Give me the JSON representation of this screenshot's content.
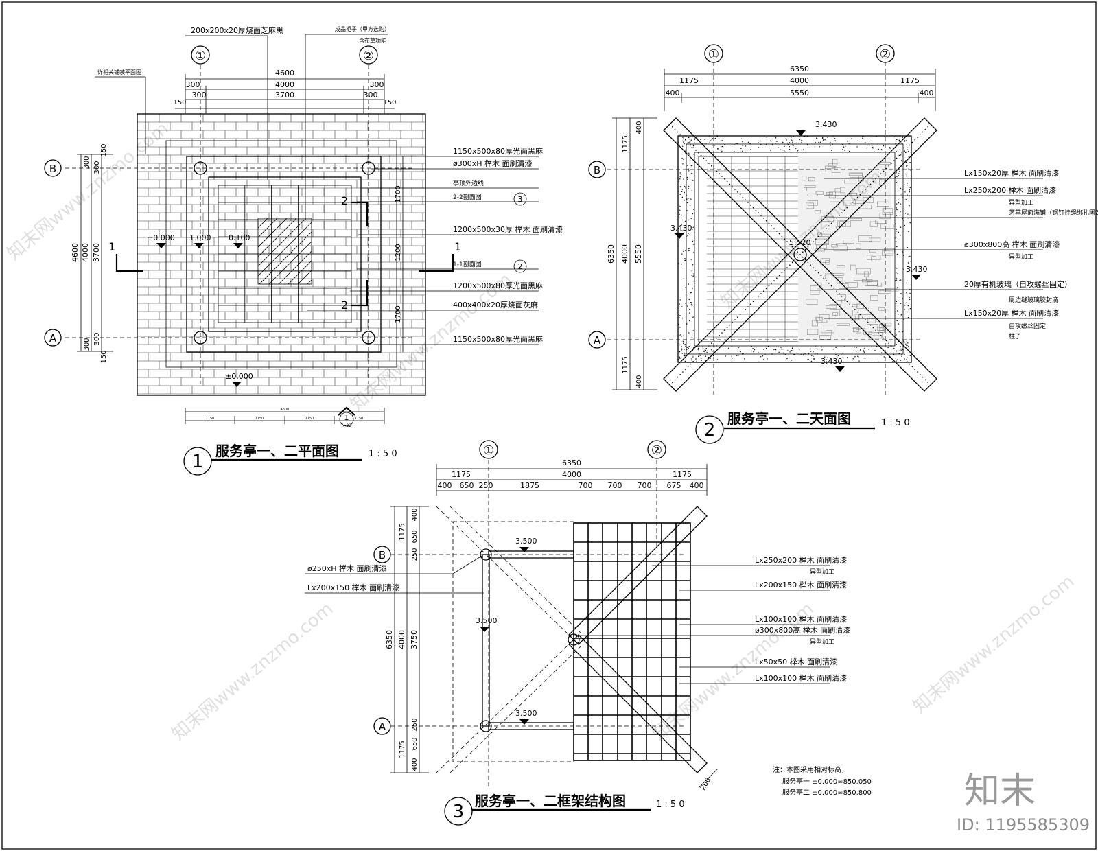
{
  "plan": {
    "title": "服务亭一、二平面图",
    "scale": "1 : 5 0",
    "number": "1",
    "axis_1": "①",
    "axis_2": "②",
    "axis_B": "B",
    "axis_A": "A",
    "dims_top": [
      "4600",
      "300",
      "4000",
      "300",
      "300",
      "3700",
      "300",
      "150",
      "150"
    ],
    "dims_left": [
      "150",
      "300",
      "300",
      "4600",
      "4000",
      "3700",
      "300",
      "300",
      "150"
    ],
    "dim_right": [
      "1700",
      "1200",
      "1700"
    ],
    "bottom_scale_dims": [
      "4600",
      "1150",
      "1150",
      "1150",
      "1150"
    ],
    "callout_top_left": "200x200x20厚烧面芝麻黑",
    "callout_top_right_1": "成品柜子（甲方选购）",
    "callout_top_right_2": "含布草功能",
    "callout_left": "详相关铺装平面图",
    "labels_right": [
      "1150x500x80厚光面黑麻",
      "ø300xH  榉木  面刷清漆",
      "亭顶外边线",
      "2-2剖面图",
      "1200x500x30厚  榉木  面刷清漆",
      "1-1剖面图",
      "1200x500x80厚光面黑麻",
      "400x400x20厚烧面灰麻",
      "1150x500x80厚光面黑麻"
    ],
    "ref_sheet": "N-22",
    "ref_3": "3",
    "ref_2": "2",
    "ref_1": "1",
    "levels": [
      "±0.000",
      "1.000",
      "0.100",
      "±0.000"
    ],
    "section_marks": [
      "1",
      "1",
      "2",
      "2"
    ]
  },
  "roof": {
    "title": "服务亭一、二天面图",
    "scale": "1 : 5 0",
    "number": "2",
    "dims_top": [
      "6350",
      "1175",
      "4000",
      "1175",
      "400",
      "5550",
      "400"
    ],
    "dims_left": [
      "400",
      "1175",
      "6350",
      "4000",
      "5550",
      "1175",
      "400"
    ],
    "levels": [
      "3.430",
      "3.430",
      "5.520",
      "3.430",
      "3.430"
    ],
    "labels_right": [
      "Lx150x20厚  榉木  面刷清漆",
      "Lx250x200  榉木  面刷清漆",
      "异型加工",
      "茅草屋面满铺（钢钉挂绳绑扎固定茅草）",
      "ø300x800高  榉木  面刷清漆",
      "异型加工",
      "20厚有机玻璃（自攻螺丝固定）",
      "周边缝玻璃胶封滴",
      "Lx150x20厚  榉木  面刷清漆",
      "自攻螺丝固定",
      "柱子"
    ]
  },
  "frame": {
    "title": "服务亭一、二框架结构图",
    "scale": "1 : 5 0",
    "number": "3",
    "dims_top": [
      "6350",
      "1175",
      "4000",
      "1175",
      "400",
      "650",
      "250",
      "1875",
      "700",
      "700",
      "700",
      "675",
      "400"
    ],
    "dims_left": [
      "400",
      "1175",
      "650",
      "250",
      "6350",
      "4000",
      "3750",
      "250",
      "650",
      "1175",
      "400"
    ],
    "dim_200": "200",
    "levels": [
      "3.500",
      "3.500",
      "3.500"
    ],
    "labels_left": [
      "ø250xH  榉木  面刷清漆",
      "Lx200x150  榉木  面刷清漆"
    ],
    "labels_right": [
      "Lx250x200  榉木  面刷清漆",
      "异型加工",
      "Lx200x150  榉木  面刷清漆",
      "Lx100x100  榉木  面刷清漆",
      "ø300x800高  榉木  面刷清漆",
      "异型加工",
      "Lx50x50  榉木  面刷清漆",
      "Lx100x100  榉木  面刷清漆"
    ],
    "notes": [
      "注：本图采用相对标高，",
      "服务亭一  ±0.000=850.050",
      "服务亭二  ±0.000=850.800"
    ]
  },
  "brand": {
    "logo": "知末",
    "id": "ID: 1195585309",
    "watermark": "知末网www.znzmo.com"
  }
}
